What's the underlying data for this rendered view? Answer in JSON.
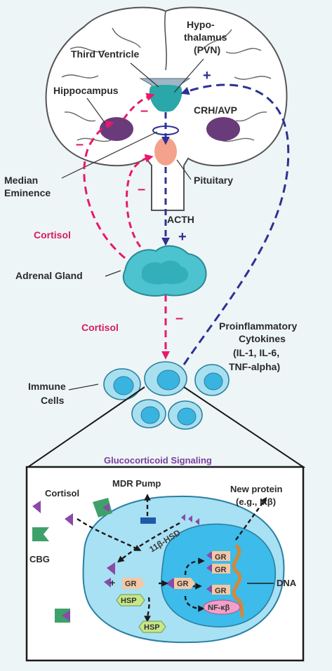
{
  "colors": {
    "background": "#eef5f6",
    "brain_fill": "#ffffff",
    "brain_outline": "#555555",
    "inhibitory_pink": "#e8196a",
    "stimulatory_blue": "#2e3192",
    "adrenal_teal": "#4cc3cf",
    "cell_blue": "#5fcbeb",
    "hypothalamus_teal": "#2aa7a8",
    "pituitary_salmon": "#f4a28c",
    "hippocampus_purple": "#6a3b7a",
    "title_purple": "#7b3fa0"
  },
  "labels": {
    "hypothalamus_line1": "Hypo-",
    "hypothalamus_line2": "thalamus",
    "hypothalamus_line3": "(PVN)",
    "third_ventricle": "Third Ventricle",
    "hippocampus": "Hippocampus",
    "crh_avp": "CRH/AVP",
    "median_eminence_line1": "Median",
    "median_eminence_line2": "Eminence",
    "pituitary": "Pituitary",
    "acth": "ACTH",
    "cortisol_upper": "Cortisol",
    "adrenal_gland": "Adrenal Gland",
    "cortisol_lower": "Cortisol",
    "cytokines_line1": "Proinflammatory",
    "cytokines_line2": "Cytokines",
    "cytokines_line3": "(IL-1, IL-6,",
    "cytokines_line4": "TNF-alpha)",
    "immune_line1": "Immune",
    "immune_line2": "Cells"
  },
  "signs": {
    "plus": "+",
    "minus": "–"
  },
  "signaling": {
    "title": "Glucocorticoid Signaling",
    "cortisol": "Cortisol",
    "mdr_pump": "MDR Pump",
    "new_protein_line1": "New protein",
    "new_protein_line2": "(e.g., Iκβ)",
    "hsd": "11β-HSD",
    "cbg": "CBG",
    "dna": "DNA",
    "gr": "GR",
    "hsp": "HSP",
    "nfkb": "NF-κβ",
    "plus": "+"
  }
}
